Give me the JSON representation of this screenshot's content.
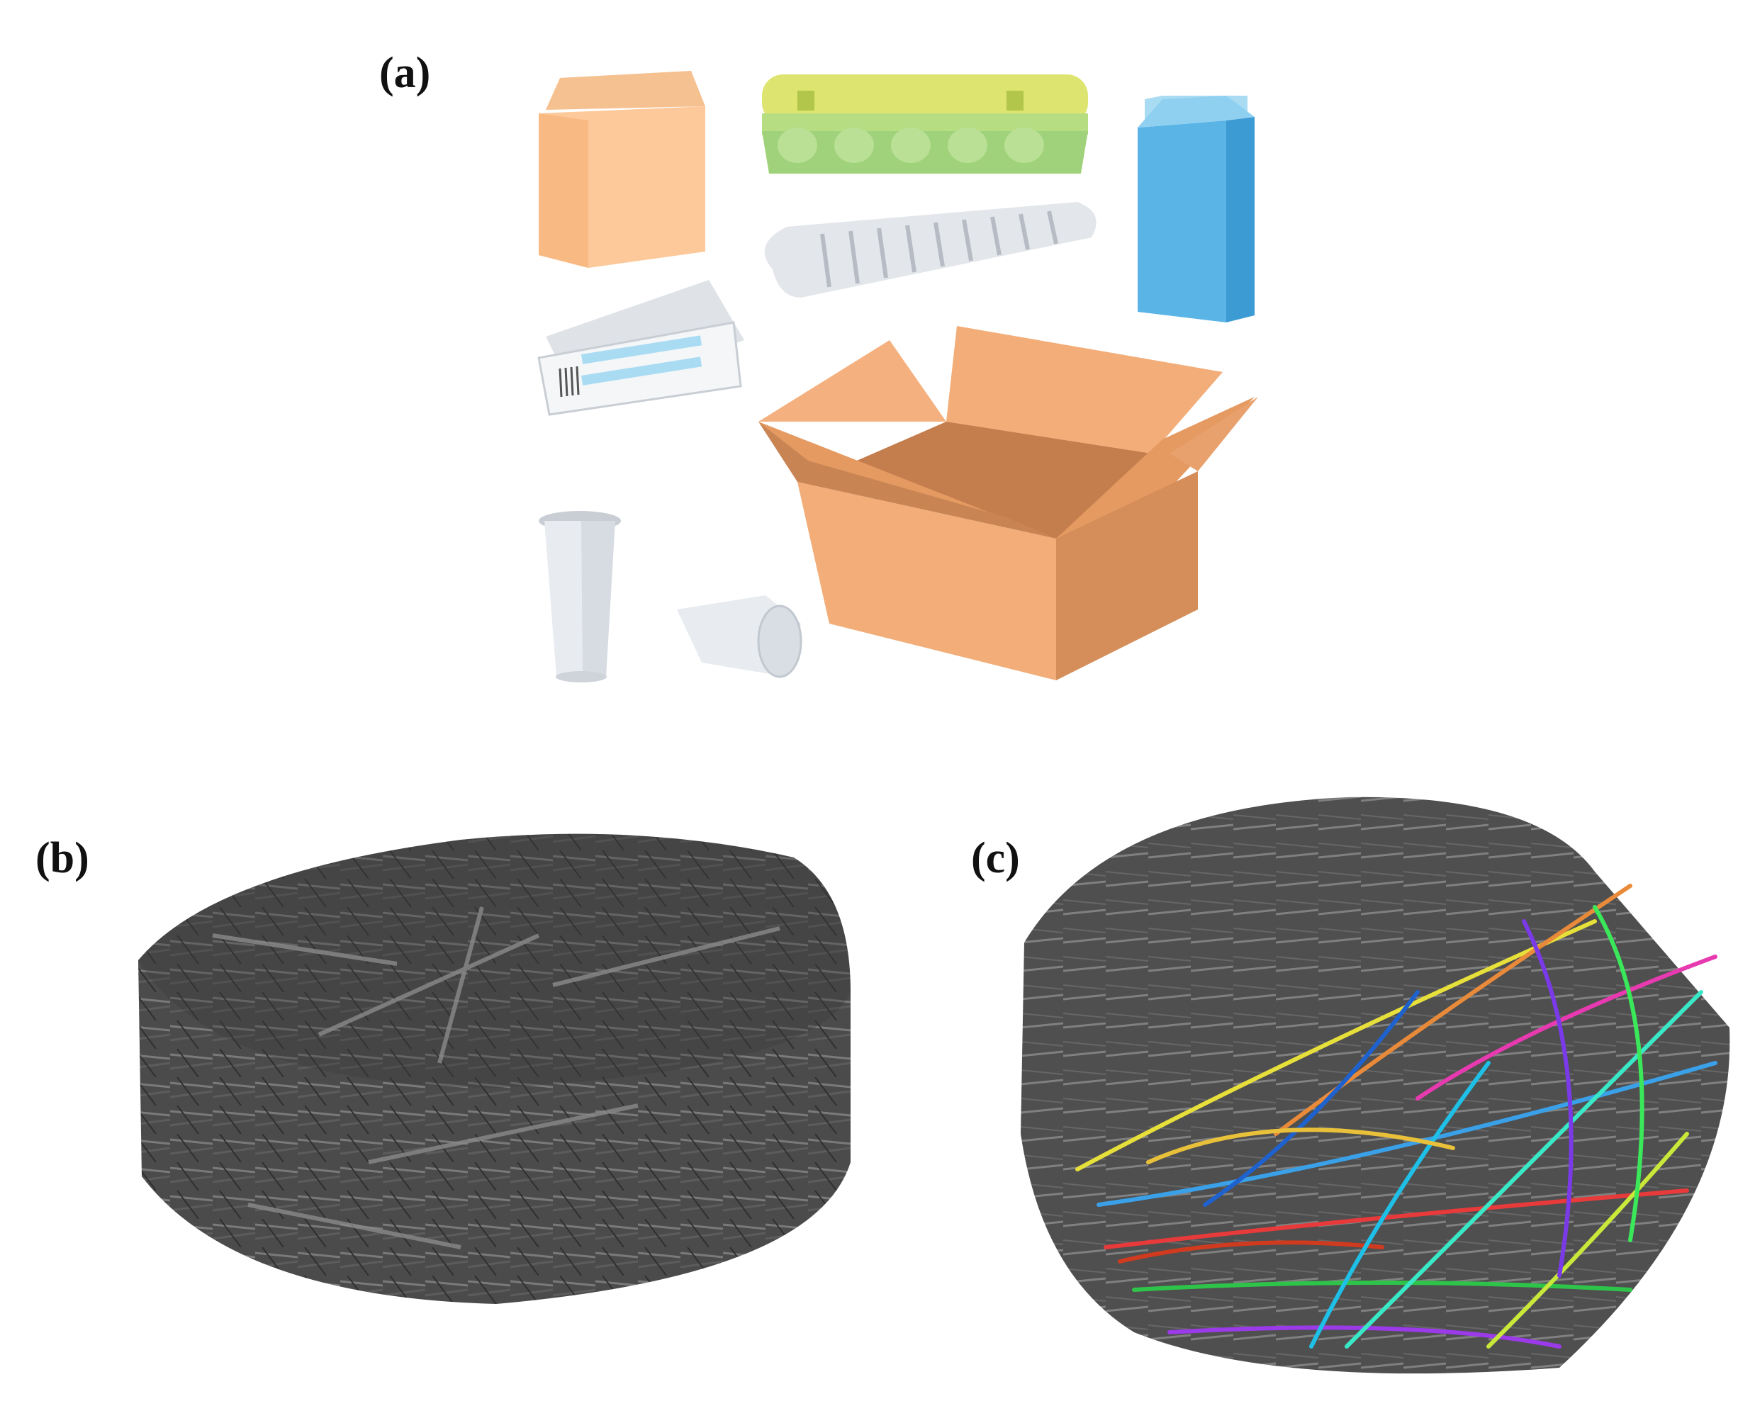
{
  "figure": {
    "panels": [
      {
        "id": "a",
        "label": "(a)"
      },
      {
        "id": "b",
        "label": "(b)"
      },
      {
        "id": "c",
        "label": "(c)"
      }
    ],
    "colors": {
      "bag": "#fdc99a",
      "egg_carton_top": "#d8e06a",
      "egg_carton_bottom": "#9fd27a",
      "milk_carton": "#5ab4e6",
      "box": "#f2ad78",
      "cup": "#e8ecf0",
      "tomogram": "#4a4a4a"
    },
    "icons": [
      "paper-bag-icon",
      "egg-carton-icon",
      "milk-carton-icon",
      "newspaper-icon",
      "tickets-icon",
      "cardboard-box-icon",
      "paper-cup-icon",
      "crushed-cup-icon"
    ]
  }
}
